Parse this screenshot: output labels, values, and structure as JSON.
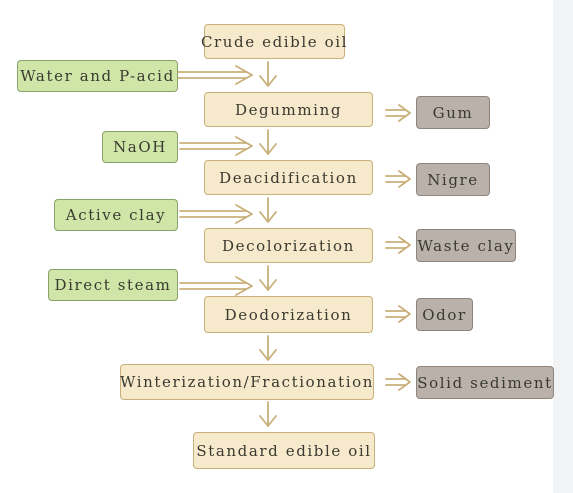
{
  "colors": {
    "process_fill": "#f7e9cc",
    "input_fill": "#cfe6a8",
    "output_fill": "#b9b1aa",
    "arrow_stroke": "#c9b079"
  },
  "steps": {
    "crude": "Crude edible oil",
    "degumming": "Degumming",
    "deacidification": "Deacidification",
    "decolorization": "Decolorization",
    "deodorization": "Deodorization",
    "winterization": "Winterization/Fractionation",
    "standard": "Standard edible oil"
  },
  "inputs": {
    "water_pacid": "Water and P-acid",
    "naoh": "NaOH",
    "active_clay": "Active clay",
    "direct_steam": "Direct steam"
  },
  "outputs": {
    "gum": "Gum",
    "nigre": "Nigre",
    "waste_clay": "Waste clay",
    "odor": "Odor",
    "solid_sediment": "Solid sediment"
  }
}
